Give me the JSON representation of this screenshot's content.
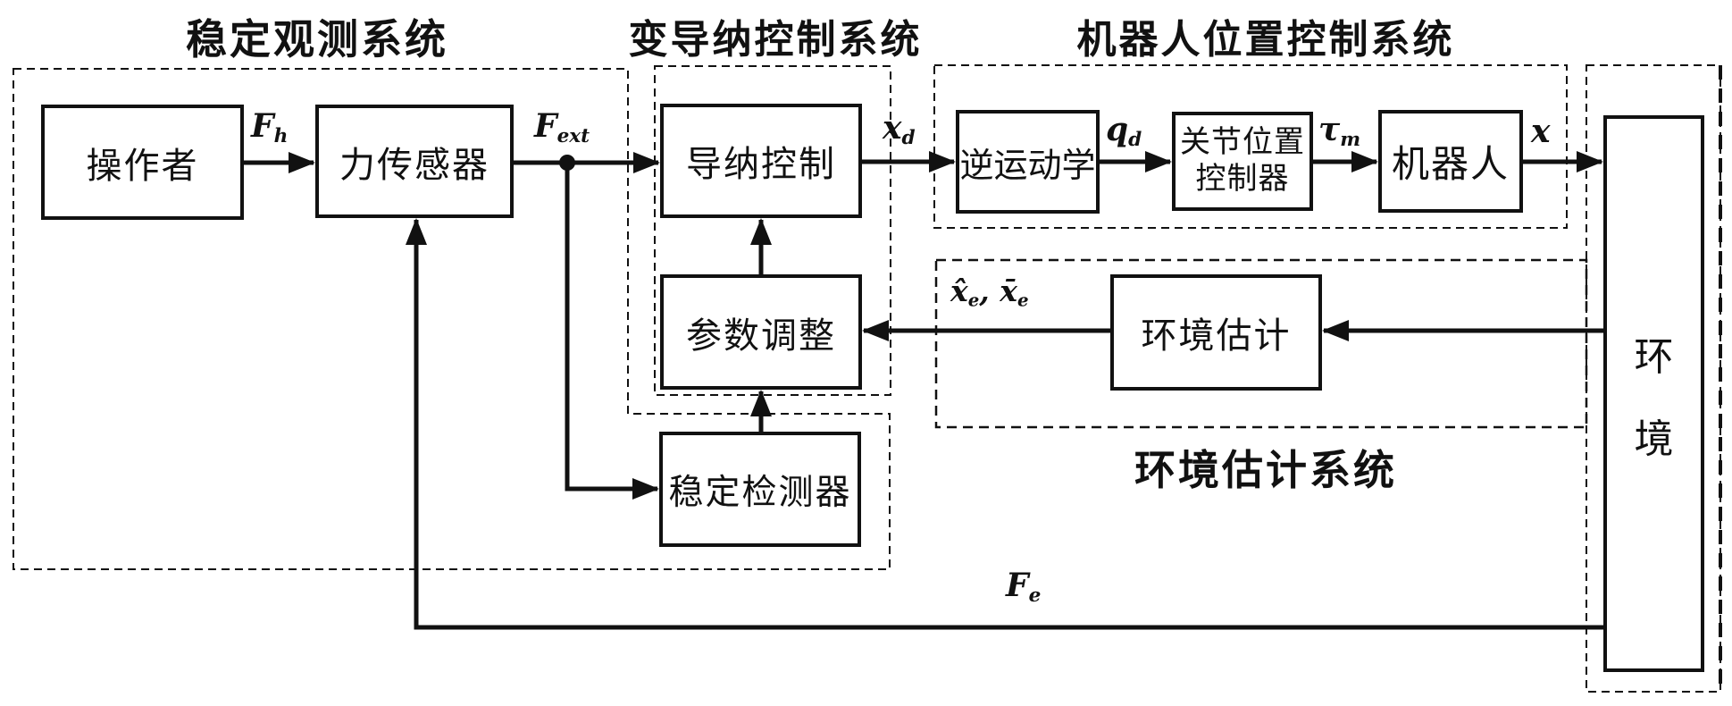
{
  "diagram": {
    "titles": {
      "stability_observer": "稳定观测系统",
      "variable_admittance": "变导纳控制系统",
      "robot_position_control": "机器人位置控制系统",
      "environment_estimation_system": "环境估计系统"
    },
    "boxes": {
      "operator": "操作者",
      "force_sensor": "力传感器",
      "admittance_control": "导纳控制",
      "parameter_adjustment": "参数调整",
      "stability_detector": "稳定检测器",
      "inverse_kinematics": "逆运动学",
      "joint_position_controller": {
        "line1": "关节位置",
        "line2": "控制器"
      },
      "robot": "机器人",
      "environment_estimation": "环境估计",
      "environment": {
        "char1": "环",
        "char2": "境"
      }
    },
    "signals": {
      "Fh": {
        "main": "F",
        "sub": "h"
      },
      "Fext": {
        "main": "F",
        "sub": "ext"
      },
      "xd": {
        "main": "x",
        "sub": "d"
      },
      "qd": {
        "main": "q",
        "sub": "d"
      },
      "tau_m": {
        "main": "τ",
        "sub": "m"
      },
      "x": {
        "main": "x",
        "sub": ""
      },
      "x_hat_e": {
        "main": "x̂",
        "sub": "e"
      },
      "comma": ",",
      "x_bar_e": {
        "main": "x̄",
        "sub": "e"
      },
      "Fe": {
        "main": "F",
        "sub": "e"
      }
    },
    "colors": {
      "ink": "#111111",
      "background": "#ffffff"
    }
  }
}
